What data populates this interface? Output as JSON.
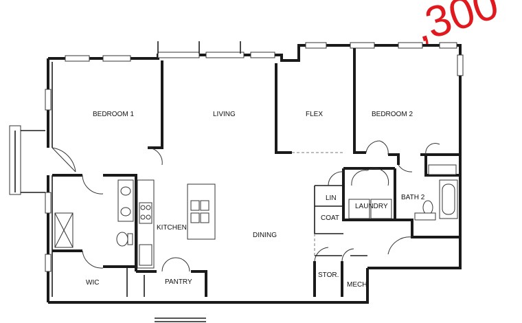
{
  "price_text": ",300",
  "rooms": {
    "bedroom1": "BEDROOM 1",
    "living": "LIVING",
    "flex": "FLEX",
    "bedroom2": "BEDROOM 2",
    "kitchen": "KITCHEN",
    "dining": "DINING",
    "laundry": "LAUNDRY",
    "lin": "LIN",
    "coat": "COAT",
    "bath2": "BATH 2",
    "wic": "WIC",
    "pantry": "PANTRY",
    "stor": "STOR.",
    "mech": "MECH"
  },
  "colors": {
    "price": "#e0191e",
    "walls": "#1a1a1a"
  }
}
